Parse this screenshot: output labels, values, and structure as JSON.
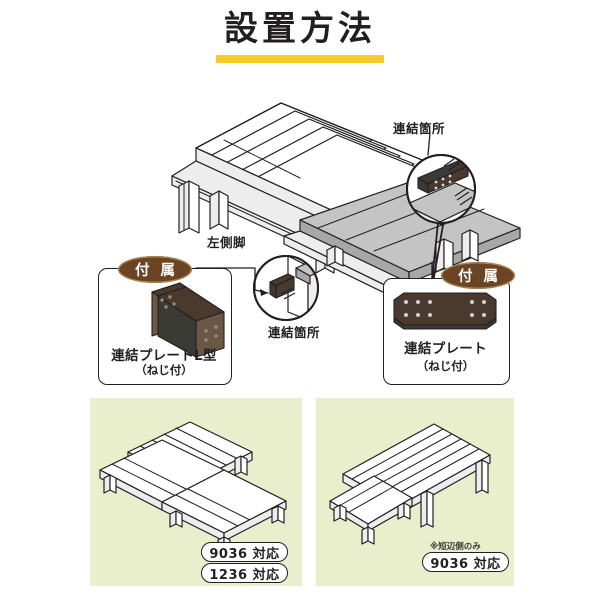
{
  "page": {
    "title": "設置方法",
    "background_color": "#ffffff"
  },
  "colors": {
    "title_bar": "#f5cc28",
    "badge_brown": "#6b4423",
    "panel_green": "#e9eecd",
    "line_dark": "#231f20",
    "deck_light": "#ffffff",
    "deck_shade": "#bfbfbf",
    "plate_dark": "#4a3a2d"
  },
  "main_diagram": {
    "labels": {
      "connection_top": "連結箇所",
      "connection_bottom": "連結箇所",
      "left_leg": "左側脚"
    }
  },
  "accessories": [
    {
      "badge": "付 属",
      "name": "連結プレートL型",
      "note": "（ねじ付）",
      "icon": "l-angle-bracket"
    },
    {
      "badge": "付 属",
      "name": "連結プレート",
      "note": "（ねじ付）",
      "icon": "flat-plate"
    }
  ],
  "panels": [
    {
      "id": "panel-left",
      "illustration": "deck-with-step-square",
      "note": "",
      "badges": [
        "9036 対応",
        "1236 対応"
      ]
    },
    {
      "id": "panel-right",
      "illustration": "deck-with-step-long",
      "note": "※短辺側のみ",
      "badges": [
        "9036 対応"
      ]
    }
  ]
}
